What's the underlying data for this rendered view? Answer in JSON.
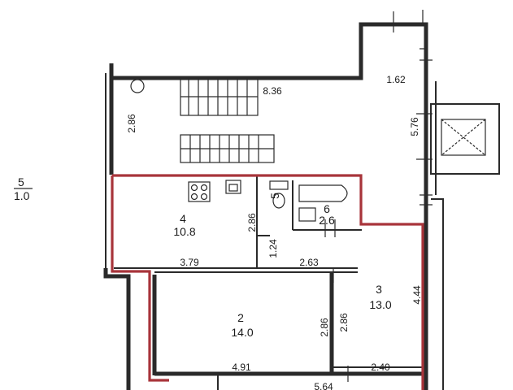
{
  "highlight_color": "#a8343a",
  "wall_color": "#2a2a2a",
  "external_label": {
    "number": "5",
    "area": "1.0"
  },
  "rooms": [
    {
      "id": "room-4",
      "number": "4",
      "area": "10.8"
    },
    {
      "id": "room-5",
      "number": "5",
      "area": ""
    },
    {
      "id": "room-6",
      "number": "6",
      "area": "2.6"
    },
    {
      "id": "room-3",
      "number": "3",
      "area": "13.0"
    },
    {
      "id": "room-2",
      "number": "2",
      "area": "14.0"
    }
  ],
  "dimensions": {
    "stair_width": "8.36",
    "stair_height": "2.86",
    "landing_width": "1.62",
    "shaft_height": "5.76",
    "room4_width": "3.79",
    "room4_height": "2.86",
    "corridor_width": "2.63",
    "corridor_height": "1.24",
    "room3_height": "4.44",
    "room2_height_left": "2.86",
    "room2_height_right": "2.86",
    "room2_width": "4.91",
    "room3_width": "2.40",
    "bottom_width": "5.64"
  },
  "icons": [
    "stove-icon",
    "sink-icon",
    "toilet-icon",
    "bathtub-icon",
    "ventilation-shaft-icon",
    "riser-icon"
  ]
}
